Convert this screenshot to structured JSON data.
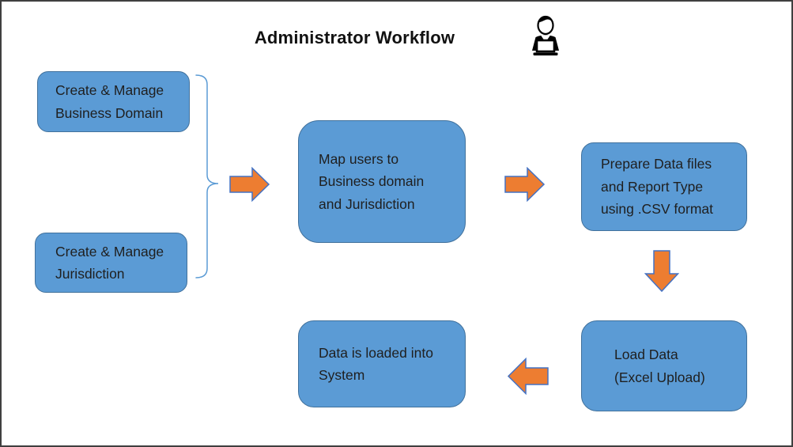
{
  "diagram": {
    "title": "Administrator Workflow",
    "nodes": [
      {
        "id": "create-business-domain",
        "label": "Create & Manage\nBusiness Domain"
      },
      {
        "id": "create-jurisdiction",
        "label": "Create & Manage\nJurisdiction"
      },
      {
        "id": "map-users",
        "label": "Map users to\nBusiness domain\nand Jurisdiction"
      },
      {
        "id": "prepare-data-files",
        "label": "Prepare Data files\nand Report Type\nusing .CSV format"
      },
      {
        "id": "load-data",
        "label": "Load Data\n(Excel Upload)"
      },
      {
        "id": "data-loaded",
        "label": "Data is loaded into\nSystem"
      }
    ],
    "connectors": [
      {
        "type": "brace-right",
        "from": [
          "create-business-domain",
          "create-jurisdiction"
        ],
        "to": "map-users"
      },
      {
        "type": "arrow-right",
        "from": "map-users",
        "to": "prepare-data-files"
      },
      {
        "type": "arrow-right",
        "from": "prepare-data-files-area",
        "to": "prepare-data-files"
      },
      {
        "type": "arrow-down",
        "from": "prepare-data-files",
        "to": "load-data"
      },
      {
        "type": "arrow-left",
        "from": "load-data",
        "to": "data-loaded"
      }
    ],
    "icon": "administrator-user-icon"
  },
  "colors": {
    "box-fill": "#5B9BD5",
    "box-border": "#41719C",
    "arrow-fill": "#ED7D31",
    "arrow-border": "#4472C4",
    "bracket": "#5B9BD5"
  }
}
